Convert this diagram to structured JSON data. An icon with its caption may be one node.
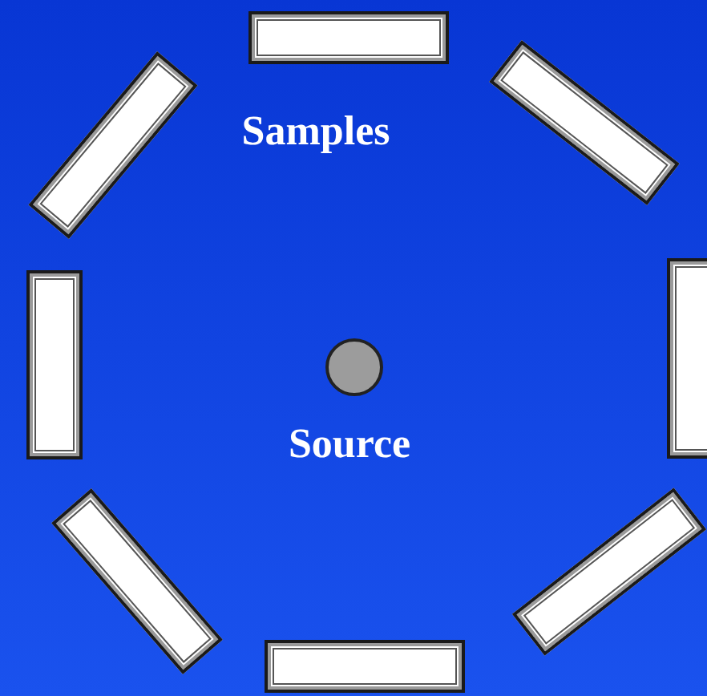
{
  "diagram": {
    "nodes": [
      {
        "text": [],
        "shape": "box"
      },
      {
        "text": [],
        "shape": "box"
      },
      {
        "text": [],
        "shape": "box"
      },
      {
        "text": [],
        "shape": "box"
      },
      {
        "text": [],
        "shape": "box"
      },
      {
        "text": [],
        "shape": "box"
      },
      {
        "text": [],
        "shape": "box"
      },
      {
        "text": [],
        "shape": "box"
      },
      {
        "text": [],
        "shape": "circle"
      }
    ],
    "labels": [
      "Samples",
      "Source"
    ]
  }
}
